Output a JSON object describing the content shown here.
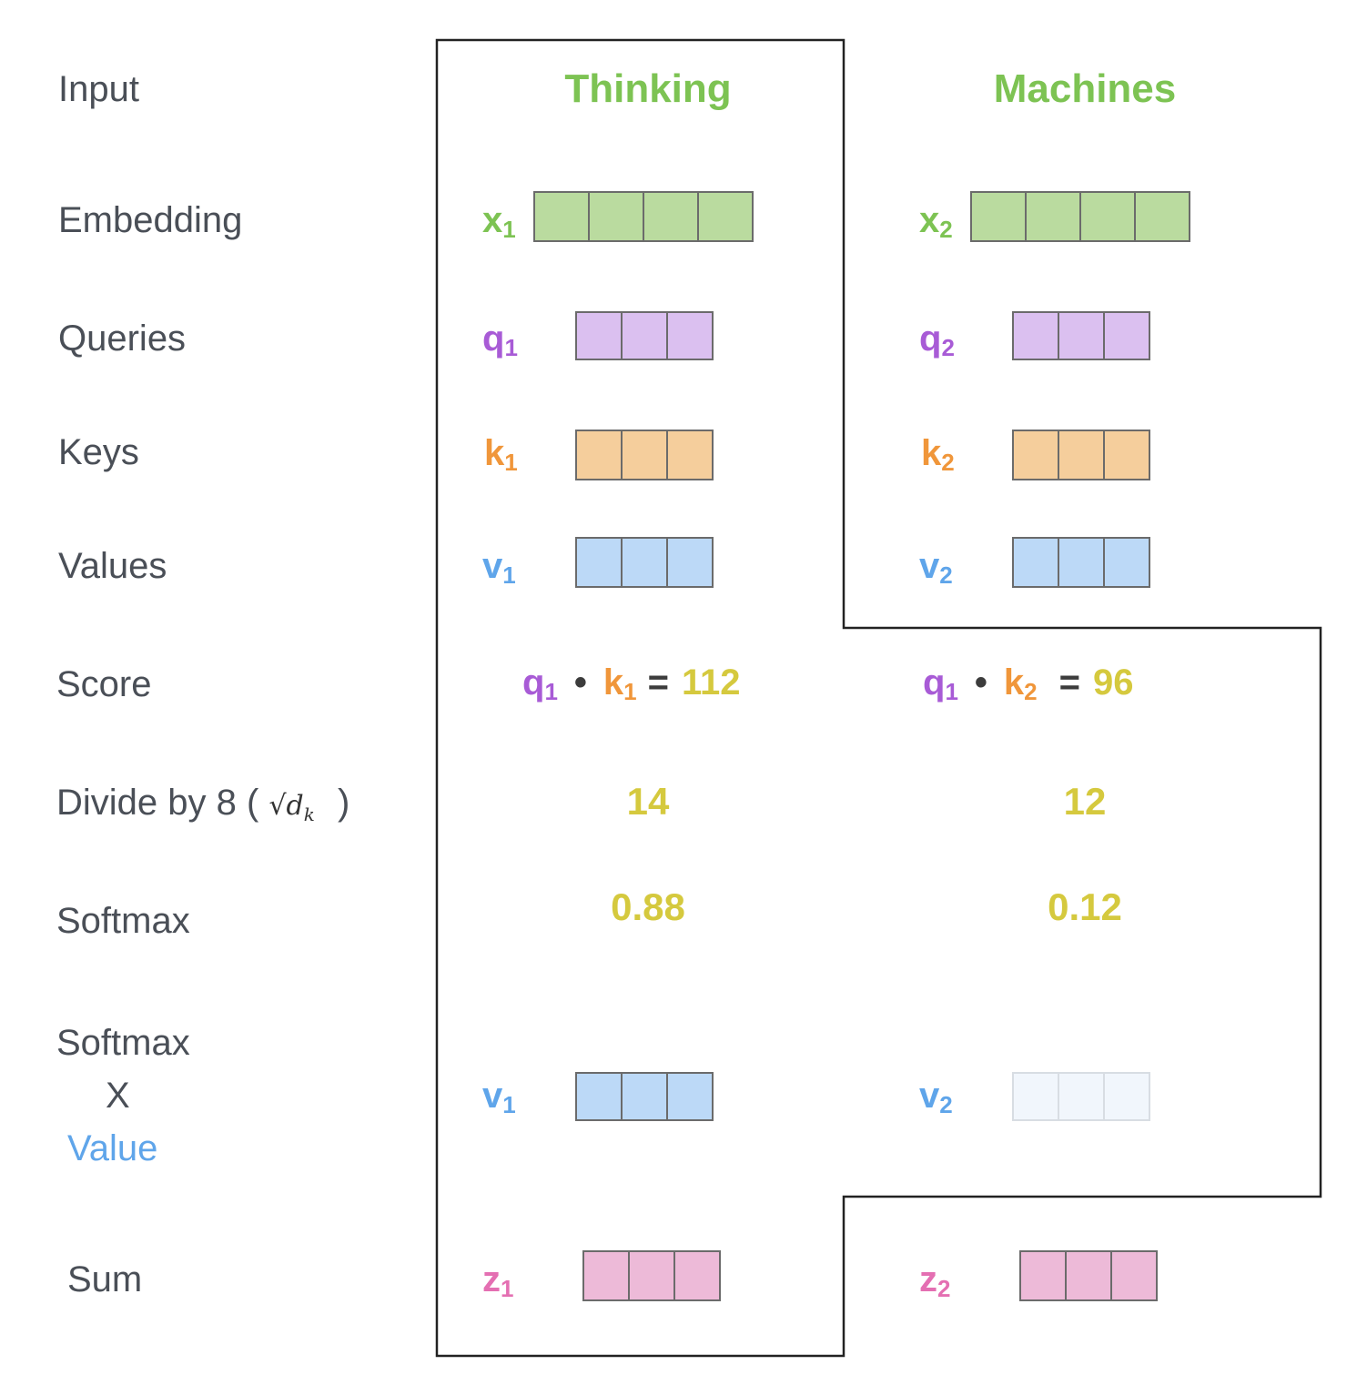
{
  "row_labels": {
    "input": "Input",
    "embedding": "Embedding",
    "queries": "Queries",
    "keys": "Keys",
    "values": "Values",
    "score": "Score",
    "divide": "Divide by 8 (",
    "divide_sqrt": "√d",
    "divide_sqrt_sub": "k",
    "divide_close": ")",
    "softmax": "Softmax",
    "softmax_value_1": "Softmax",
    "softmax_value_x": "X",
    "softmax_value_2": "Value",
    "sum": "Sum"
  },
  "words": [
    "Thinking",
    "Machines"
  ],
  "symbols": {
    "x1": {
      "base": "x",
      "sub": "1"
    },
    "x2": {
      "base": "x",
      "sub": "2"
    },
    "q1": {
      "base": "q",
      "sub": "1"
    },
    "q2": {
      "base": "q",
      "sub": "2"
    },
    "k1": {
      "base": "k",
      "sub": "1"
    },
    "k2": {
      "base": "k",
      "sub": "2"
    },
    "v1": {
      "base": "v",
      "sub": "1"
    },
    "v2": {
      "base": "v",
      "sub": "2"
    },
    "z1": {
      "base": "z",
      "sub": "1"
    },
    "z2": {
      "base": "z",
      "sub": "2"
    }
  },
  "score": {
    "left": {
      "q": "q",
      "q_sub": "1",
      "dot": "•",
      "k": "k",
      "k_sub": "1",
      "eq": "=",
      "value": "112"
    },
    "right": {
      "q": "q",
      "q_sub": "1",
      "dot": "•",
      "k": "k",
      "k_sub": "2",
      "eq": "=",
      "value": "96"
    }
  },
  "divided": [
    "14",
    "12"
  ],
  "softmax": [
    "0.88",
    "0.12"
  ],
  "colors": {
    "label": "#4a4f57",
    "word": "#7dc353",
    "embedding_fill": "#badb9f",
    "query": "#a85bd6",
    "query_fill": "#dbc0f0",
    "key": "#f0963a",
    "key_fill": "#f5ce9c",
    "value": "#5fa5ea",
    "value_fill": "#bcd9f7",
    "value_faded_fill": "#f1f6fc",
    "sum": "#e46fb2",
    "sum_fill": "#edbad8",
    "number": "#d5c93e",
    "outline": "#222222"
  },
  "vector_cells": {
    "embedding": 4,
    "query": 3,
    "key": 3,
    "value": 3,
    "sum": 3
  }
}
